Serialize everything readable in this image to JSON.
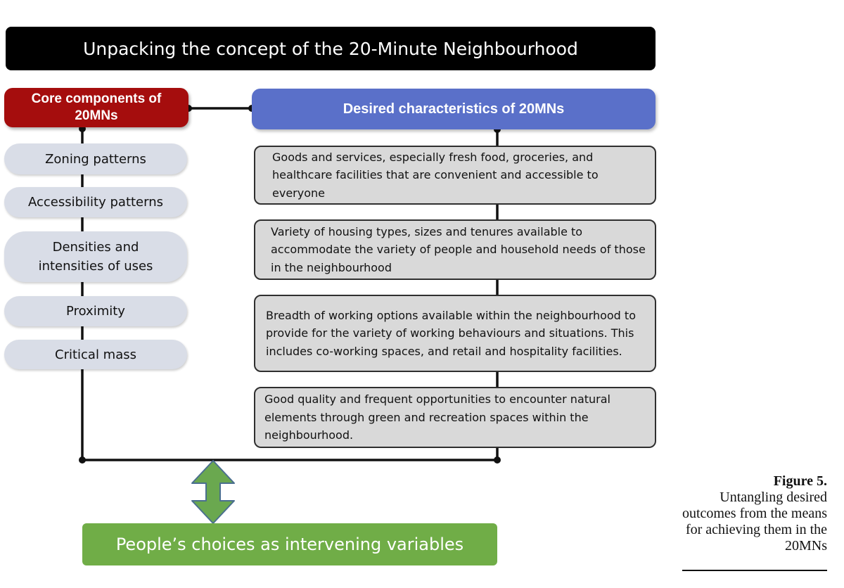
{
  "title": "Unpacking the concept of the 20-Minute Neighbourhood",
  "core_header": "Core components of\n20MNs",
  "desired_header": "Desired characteristics of  20MNs",
  "core_components": [
    "Zoning patterns",
    "Accessibility patterns",
    "Densities and intensities of uses",
    "Proximity",
    "Critical mass"
  ],
  "characteristics": [
    "Goods and services, especially fresh food, groceries, and healthcare facilities that are convenient and accessible to everyone",
    "Variety of housing types, sizes and tenures available to accommodate the variety of people and household needs of those in the neighbourhood",
    "Breadth of working options available within the neighbourhood to provide for the variety of working behaviours and situations. This includes co-working spaces, and retail and hospitality facilities.",
    "Good quality and frequent opportunities to encounter natural elements through green and recreation spaces within the neighbourhood."
  ],
  "outcome": "People’s choices as intervening variables",
  "caption": {
    "title": "Figure 5.",
    "body": "Untangling desired outcomes from the means for achieving them in the 20MNs"
  },
  "colors": {
    "title_bar": "#000000",
    "core_header": "#a50d0d",
    "desired_header": "#5a70c9",
    "pill": "#d9dde7",
    "box": "#d9d9d9",
    "outcome": "#70ad47",
    "arrow": "#6aa84f"
  }
}
